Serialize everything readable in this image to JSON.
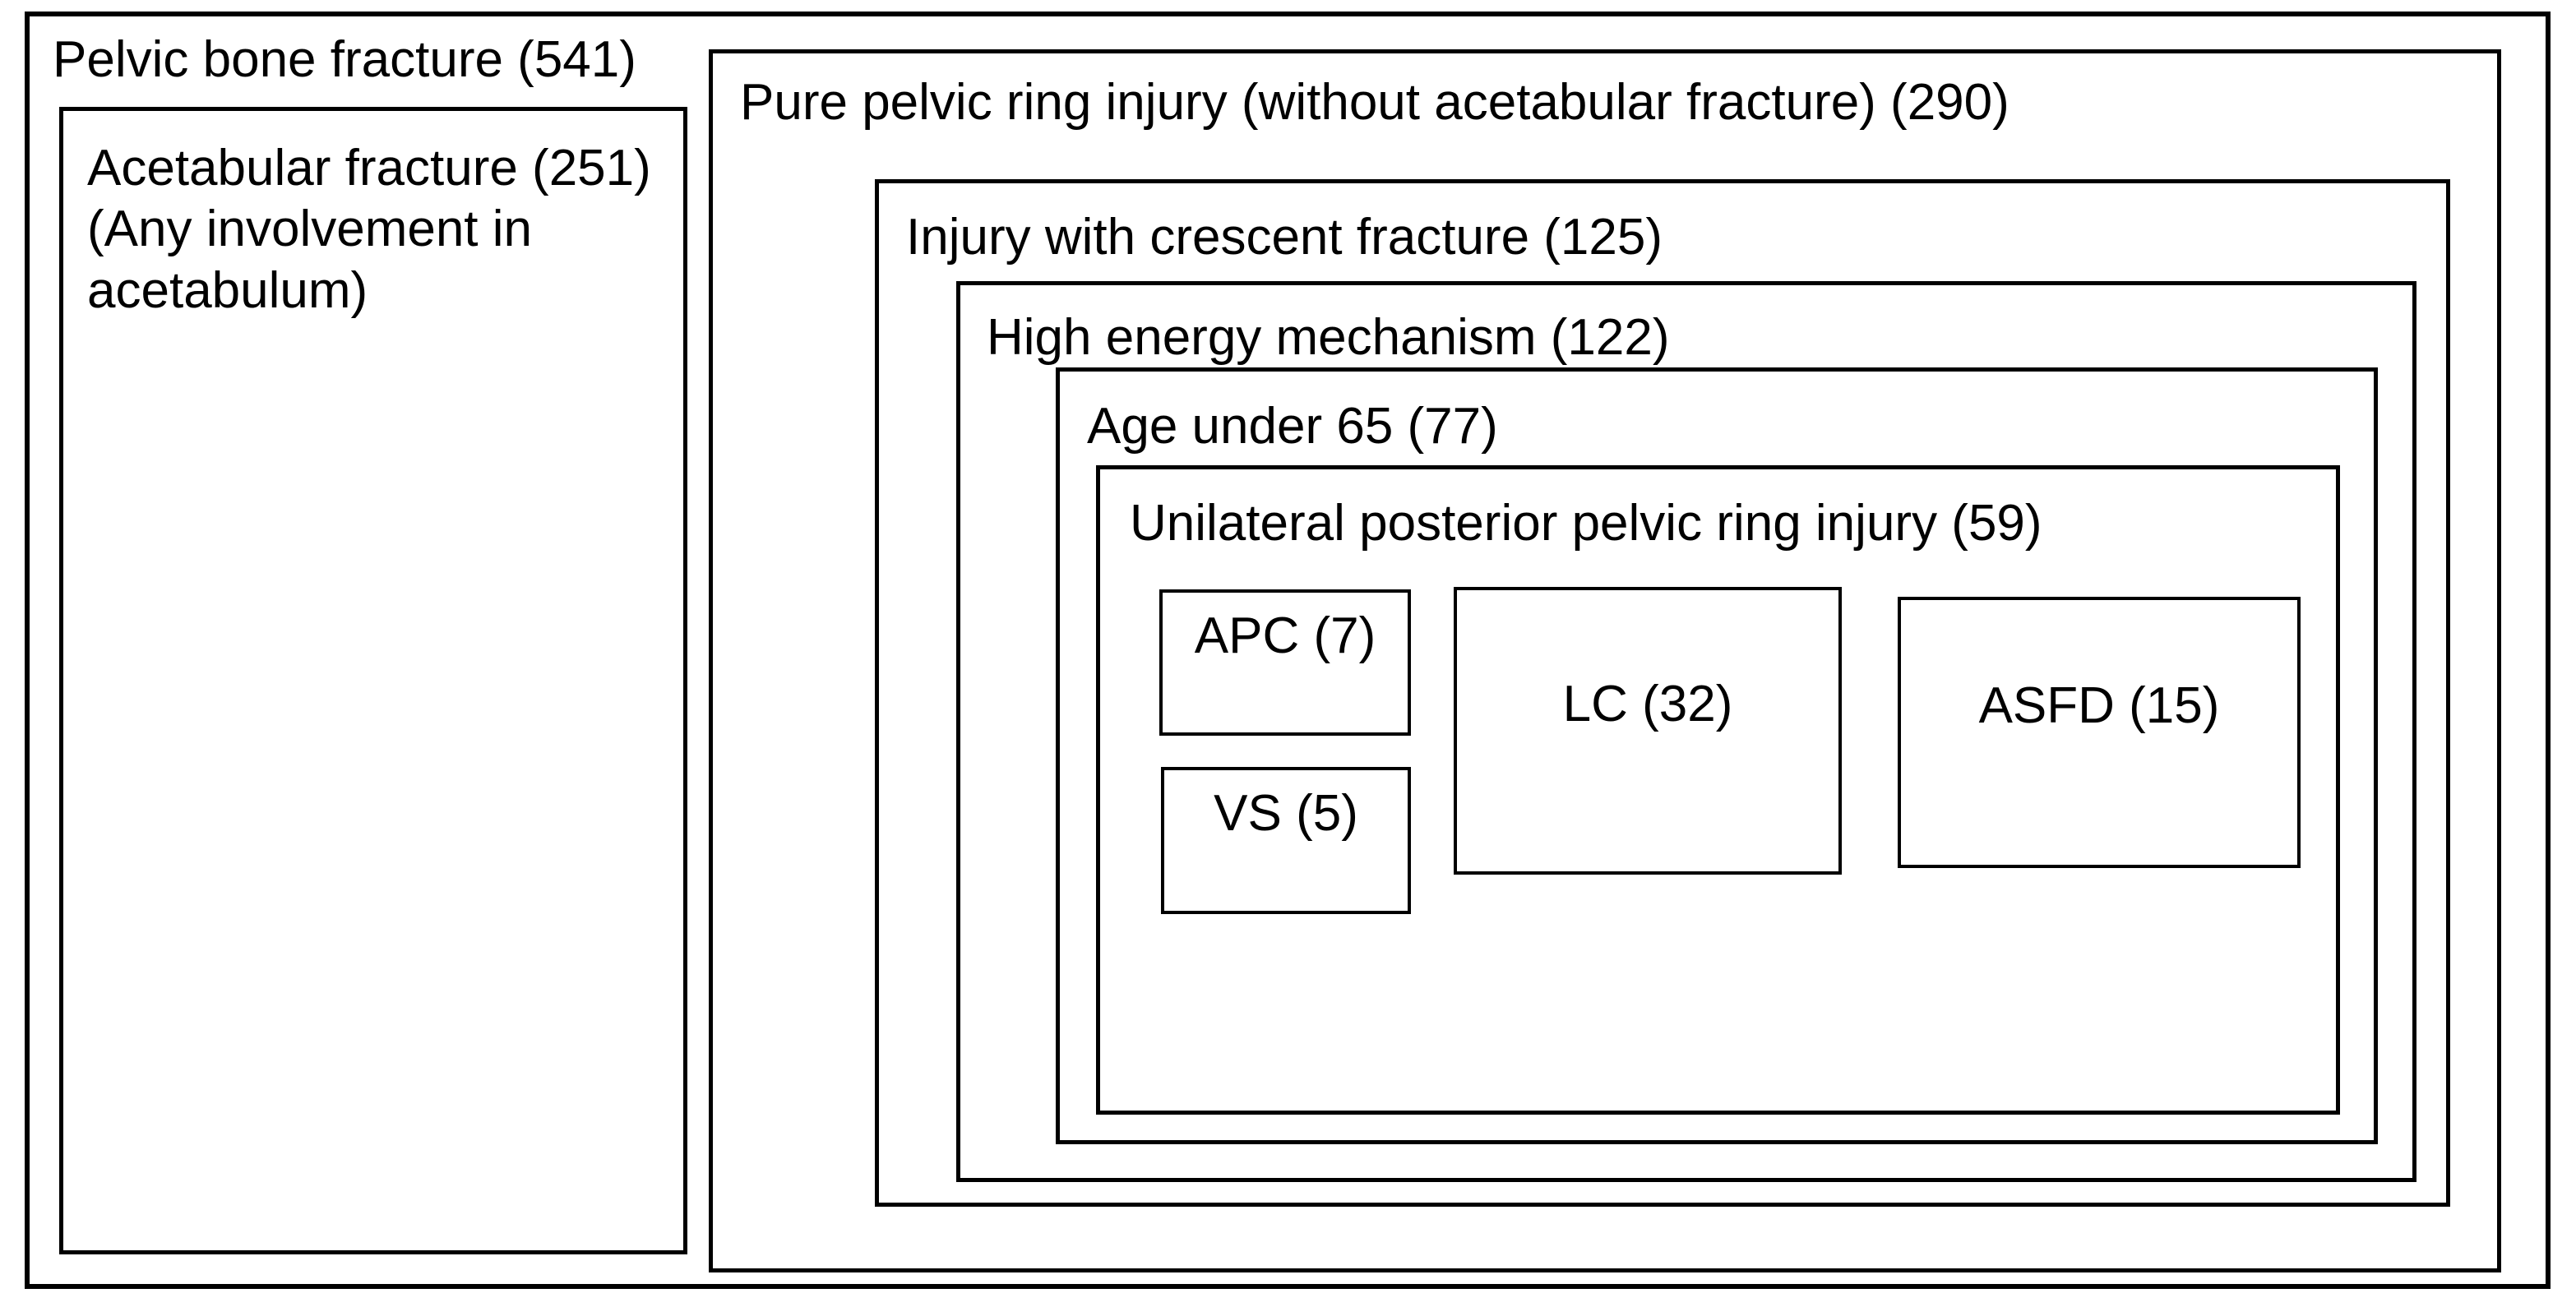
{
  "figure": {
    "background": "#ffffff",
    "border_color": "#000000",
    "text_color": "#000000"
  },
  "boxes": {
    "pelvic_bone_fracture": {
      "label": "Pelvic bone fracture (541)"
    },
    "acetabular_fracture": {
      "label_lines": [
        "Acetabular fracture (251)",
        "(Any involvement in",
        "acetabulum)"
      ]
    },
    "pure_pelvic_ring_injury": {
      "label": "Pure pelvic ring injury (without acetabular fracture) (290)"
    },
    "injury_with_crescent_fracture": {
      "label": "Injury with crescent fracture (125)"
    },
    "high_energy_mechanism": {
      "label": "High energy mechanism (122)"
    },
    "age_under_65": {
      "label": "Age under 65 (77)"
    },
    "unilateral_posterior_pelvic_ring_injury": {
      "label": "Unilateral posterior pelvic ring injury (59)"
    },
    "apc": {
      "label": "APC (7)"
    },
    "vs": {
      "label": "VS (5)"
    },
    "lc": {
      "label": "LC (32)"
    },
    "asfd": {
      "label": "ASFD (15)"
    }
  }
}
